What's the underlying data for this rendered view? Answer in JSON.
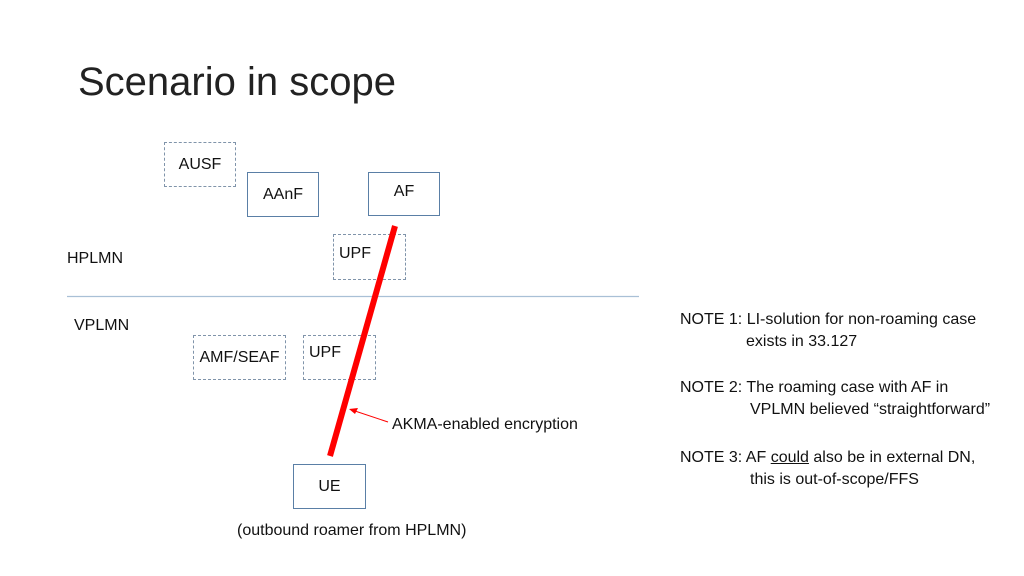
{
  "title": "Scenario in scope",
  "regions": {
    "home": "HPLMN",
    "visited": "VPLMN"
  },
  "nodes": {
    "ausf": "AUSF",
    "aanf": "AAnF",
    "af": "AF",
    "upf_home": "UPF",
    "amf_seaf": "AMF/SEAF",
    "upf_visited": "UPF",
    "ue": "UE"
  },
  "annotation": "AKMA-enabled encryption",
  "ue_caption": "(outbound roamer from HPLMN)",
  "notes": [
    {
      "label": "NOTE 1:",
      "line1": "LI-solution for non-roaming case",
      "line2": "exists in 33.127"
    },
    {
      "label": "NOTE 2:",
      "line1": "The roaming case with AF in",
      "line2": "VPLMN believed “straightforward”"
    },
    {
      "label": "NOTE 3:",
      "line1_pre": "AF",
      "line1_underlined": "could",
      "line1_post": "also be in external DN,",
      "line2": "this is out-of-scope/FFS"
    }
  ],
  "colors": {
    "encryption_line": "#ff0000",
    "divider": "#a9c0d6",
    "box_border": "#5a7fa6"
  }
}
